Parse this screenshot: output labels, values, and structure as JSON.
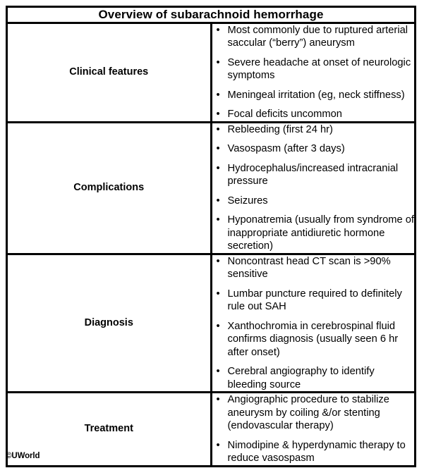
{
  "table": {
    "title": "Overview of subarachnoid hemorrhage",
    "bullet_glyph": "•",
    "rows": [
      {
        "label": "Clinical features",
        "items": [
          "Most commonly due to ruptured arterial saccular (“berry”) aneurysm",
          "Severe headache at onset of neurologic symptoms",
          "Meningeal irritation (eg, neck stiffness)",
          "Focal deficits uncommon"
        ]
      },
      {
        "label": "Complications",
        "items": [
          "Rebleeding (first 24 hr)",
          "Vasospasm (after 3 days)",
          "Hydrocephalus/increased intracranial pressure",
          "Seizures",
          "Hyponatremia (usually from syndrome of inappropriate antidiuretic hormone secretion)"
        ]
      },
      {
        "label": "Diagnosis",
        "items": [
          "Noncontrast head CT scan is >90% sensitive",
          "Lumbar puncture required to definitely rule out SAH",
          "Xanthochromia in cerebrospinal fluid confirms diagnosis (usually seen 6 hr after onset)",
          "Cerebral angiography to identify bleeding source"
        ]
      },
      {
        "label": "Treatment",
        "items": [
          "Angiographic procedure to stabilize aneurysm by coiling &/or stenting (endovascular therapy)",
          "Nimodipine & hyperdynamic therapy to reduce vasospasm"
        ]
      }
    ]
  },
  "footer": {
    "copyright": "©UWorld"
  },
  "colors": {
    "border": "#000000",
    "text": "#000000",
    "background": "#ffffff"
  }
}
